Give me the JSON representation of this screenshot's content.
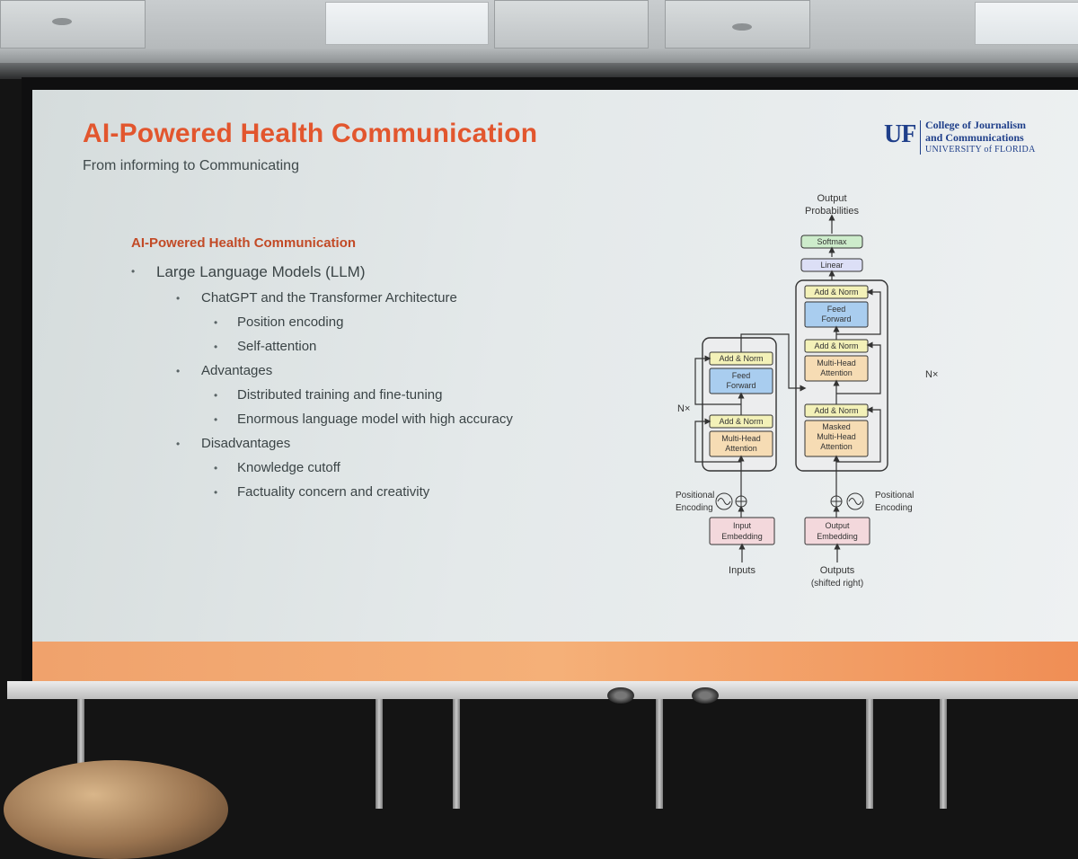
{
  "slide": {
    "title": "AI-Powered Health Communication",
    "subtitle": "From informing to Communicating",
    "logo": {
      "mark": "UF",
      "line1": "College of Journalism",
      "line2": "and Communications",
      "line3": "UNIVERSITY of FLORIDA"
    },
    "section_title": "AI-Powered Health Communication",
    "bullets": [
      {
        "level": 1,
        "text": "Large Language Models (LLM)"
      },
      {
        "level": 2,
        "text": "ChatGPT and the Transformer Architecture"
      },
      {
        "level": 3,
        "text": "Position encoding"
      },
      {
        "level": 3,
        "text": "Self-attention"
      },
      {
        "level": 2,
        "text": "Advantages"
      },
      {
        "level": 3,
        "text": "Distributed training and fine-tuning"
      },
      {
        "level": 3,
        "text": "Enormous language model with high accuracy"
      },
      {
        "level": 2,
        "text": "Disadvantages"
      },
      {
        "level": 3,
        "text": "Knowledge cutoff"
      },
      {
        "level": 3,
        "text": "Factuality concern and creativity"
      }
    ],
    "diagram": {
      "output_probabilities": [
        "Output",
        "Probabilities"
      ],
      "softmax": "Softmax",
      "linear": "Linear",
      "add_norm": "Add & Norm",
      "feed_forward": [
        "Feed",
        "Forward"
      ],
      "multi_head_attention": [
        "Multi-Head",
        "Attention"
      ],
      "masked_multi_head_attention": [
        "Masked",
        "Multi-Head",
        "Attention"
      ],
      "nx": "N×",
      "positional_encoding": [
        "Positional",
        "Encoding"
      ],
      "input_embedding": [
        "Input",
        "Embedding"
      ],
      "output_embedding": [
        "Output",
        "Embedding"
      ],
      "inputs": "Inputs",
      "outputs": [
        "Outputs",
        "(shifted right)"
      ]
    }
  },
  "colors": {
    "title": "#e2562e",
    "section_title": "#c24a26",
    "logo": "#1f3f8a",
    "add_norm_fill": "#f3f1b8",
    "feed_forward_fill": "#a9cdef",
    "attention_fill": "#f6dcb4",
    "linear_fill": "#dcdff6",
    "softmax_fill": "#cdeccb",
    "embedding_fill": "#f3d8dc",
    "bottom_band": "#f5b078"
  }
}
